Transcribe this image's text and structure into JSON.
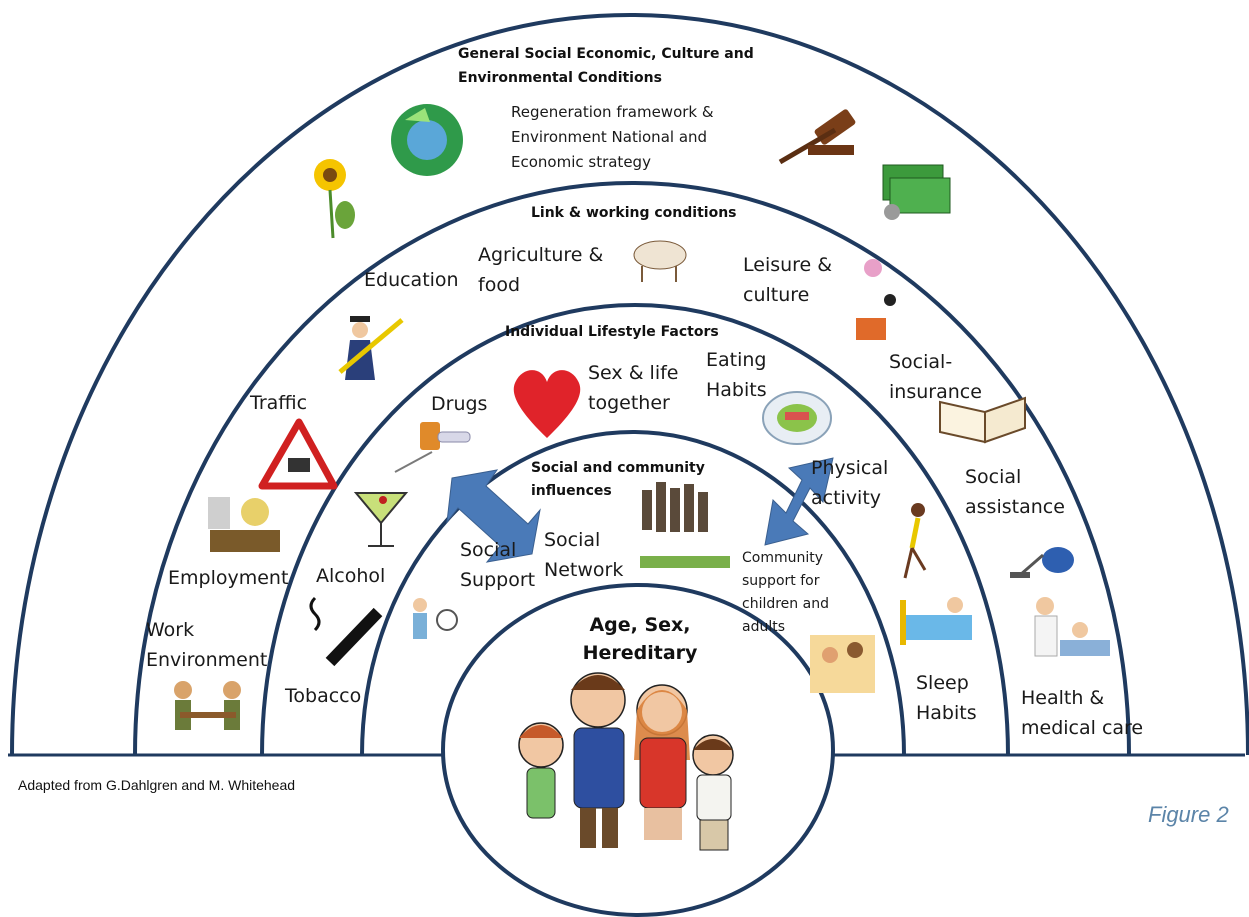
{
  "colors": {
    "arc": "#1f3a5f",
    "arrow": "#4a7ab8",
    "heart": "#e0232a",
    "figure_label": "#5b84a8"
  },
  "layers": {
    "outer": {
      "title_line1": "General Social Economic, Culture and",
      "title_line2": "Environmental Conditions",
      "text_line1": "Regeneration framework &",
      "text_line2": "Environment National and",
      "text_line3": "Economic strategy",
      "work_env_line1": "Work",
      "work_env_line2": "Environment",
      "social_assistance_line1": "Social",
      "social_assistance_line2": "assistance",
      "health_line1": "Health &",
      "health_line2": "medical care"
    },
    "working": {
      "title": "Link & working conditions",
      "education": "Education",
      "agri_line1": "Agriculture &",
      "agri_line2": "food",
      "leisure_line1": "Leisure &",
      "leisure_line2": "culture",
      "traffic": "Traffic",
      "employment": "Employment",
      "social_insurance_line1": "Social-",
      "social_insurance_line2": "insurance"
    },
    "lifestyle": {
      "title": "Individual Lifestyle Factors",
      "drugs": "Drugs",
      "sex_line1": "Sex & life",
      "sex_line2": "together",
      "eating_line1": "Eating",
      "eating_line2": "Habits",
      "alcohol": "Alcohol",
      "tobacco": "Tobacco",
      "sleep_line1": "Sleep",
      "sleep_line2": "Habits",
      "physical_line1": "Physical",
      "physical_line2": "activity"
    },
    "community": {
      "title_line1": "Social and community",
      "title_line2": "influences",
      "social_support_line1": "Social",
      "social_support_line2": "Support",
      "social_network_line1": "Social",
      "social_network_line2": "Network",
      "community_line1": "Community",
      "community_line2": "support for",
      "community_line3": "children and",
      "community_line4": "adults"
    },
    "core": {
      "line1": "Age, Sex,",
      "line2": "Hereditary"
    }
  },
  "caption": "Adapted  from  G.Dahlgren and  M. Whitehead",
  "figure_label": "Figure 2"
}
